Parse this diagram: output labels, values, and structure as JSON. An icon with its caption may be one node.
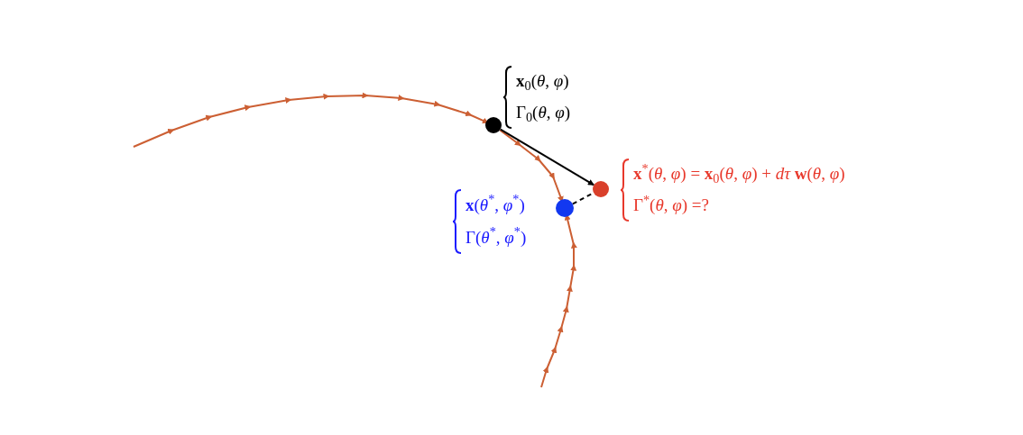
{
  "diagram": {
    "nodes": [
      {
        "text": [],
        "shape": "circle",
        "beside": [
          "**x**$_{0}$(*θ*, *φ*)",
          "Γ$_{0}$(*θ*, *φ*)"
        ]
      },
      {
        "text": [],
        "shape": "circle",
        "beside": [
          "**x**$^{*}$(*θ*, *φ*) = **x**$_{0}$(*θ*, *φ*) + *dτ* **w**(*θ*, *φ*)",
          "Γ$^{*}$(*θ*, *φ*) =?"
        ]
      },
      {
        "text": [],
        "shape": "circle",
        "beside": [
          "**x**(*θ*$^{*}$, *φ*$^{*}$)",
          "Γ(*θ*$^{*}$, *φ*$^{*}$)"
        ]
      }
    ],
    "edges": [
      {
        "from": null,
        "to": 0,
        "arrow": "to"
      },
      {
        "from": 0,
        "to": 2,
        "arrow": "to"
      },
      {
        "from": null,
        "to": 2,
        "arrow": "to"
      },
      {
        "from": 0,
        "to": 1,
        "arrow": "to",
        "color": "#000000"
      },
      {
        "from": 2,
        "to": 1,
        "arrow": "none",
        "style": "dashed",
        "color": "#000000"
      }
    ]
  }
}
